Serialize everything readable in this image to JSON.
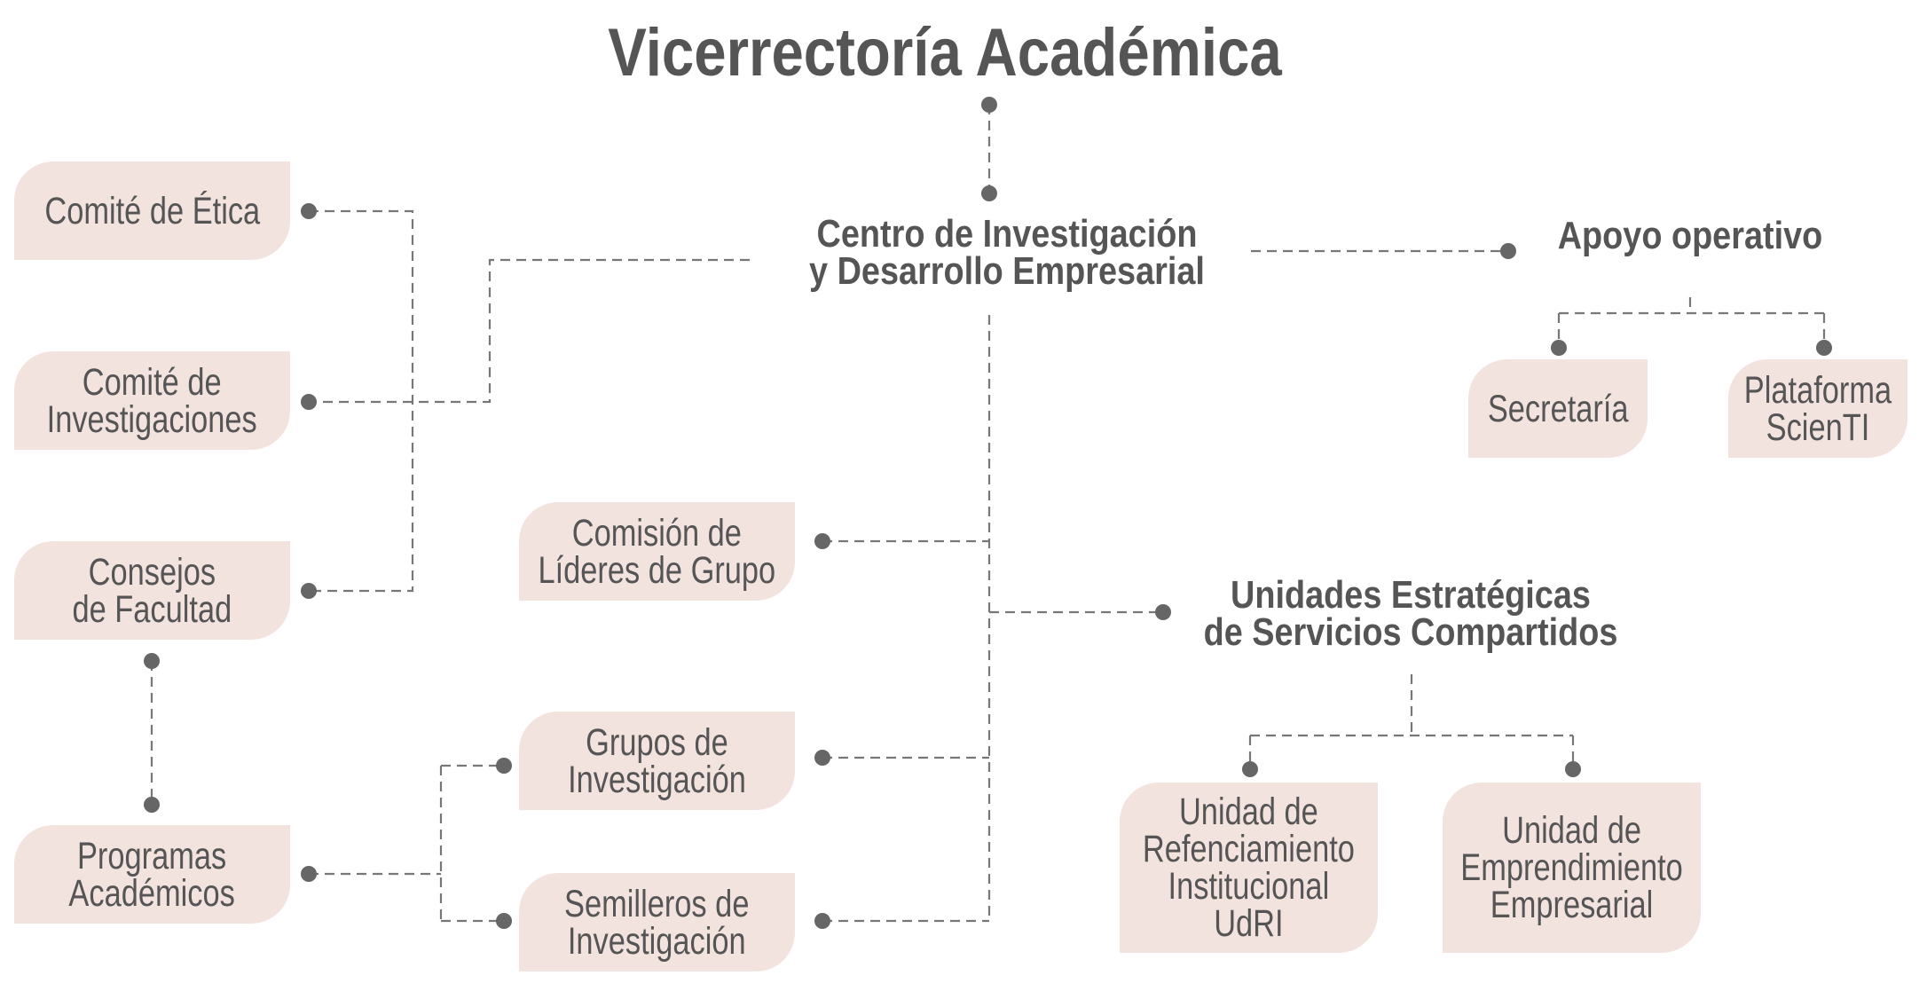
{
  "title": "Vicerrectoría Académica",
  "centro": {
    "lines": [
      "Centro de Investigación",
      "y Desarrollo Empresarial"
    ]
  },
  "apoyo": {
    "label": "Apoyo operativo"
  },
  "unidades_header": {
    "lines": [
      "Unidades Estratégicas",
      "de Servicios Compartidos"
    ]
  },
  "boxes": {
    "comite_etica": [
      "Comité de Ética"
    ],
    "comite_investigaciones": [
      "Comité de",
      "Investigaciones"
    ],
    "consejos_facultad": [
      "Consejos",
      "de Facultad"
    ],
    "programas_academicos": [
      "Programas",
      "Académicos"
    ],
    "comision_lideres": [
      "Comisión de",
      "Líderes de Grupo"
    ],
    "grupos_investigacion": [
      "Grupos de",
      "Investigación"
    ],
    "semilleros_investigacion": [
      "Semilleros de",
      "Investigación"
    ],
    "secretaria": [
      "Secretaría"
    ],
    "plataforma_scienti": [
      "Plataforma",
      "ScienTI"
    ],
    "unidad_udri": [
      "Unidad de",
      "Refenciamiento",
      "Institucional",
      "UdRI"
    ],
    "unidad_emprendimiento": [
      "Unidad de",
      "Emprendimiento",
      "Empresarial"
    ]
  },
  "colors": {
    "box_fill": "#f2e3df",
    "text": "#555555",
    "connector": "#777777",
    "dot": "#666666"
  }
}
